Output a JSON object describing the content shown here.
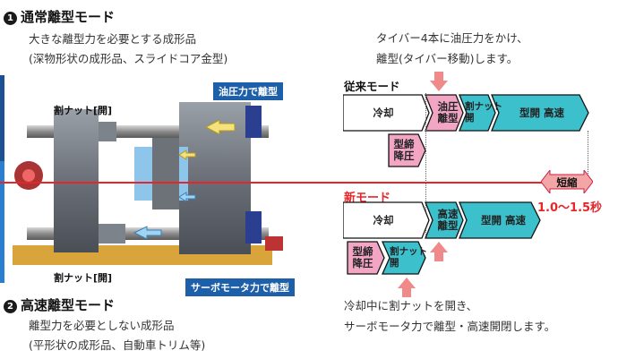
{
  "left": {
    "section1": {
      "badge": "1",
      "title": "通常離型モード",
      "desc1": "大きな離型力を必要とする成形品",
      "desc2": "(深物形状の成形品、スライドコア金型)"
    },
    "section2": {
      "badge": "2",
      "title": "高速離型モード",
      "desc1": "離型力を必要としない成形品",
      "desc2": "(平形状の成形品、自動車トリム等)"
    },
    "machine": {
      "label_top": "割ナット[開]",
      "label_bottom": "割ナット[開]",
      "tag_top": "油圧力で離型",
      "tag_bottom": "サーボモータ力で離型"
    }
  },
  "right": {
    "note_top1": "タイバー4本に油圧力をかけ、",
    "note_top2": "離型(タイバー移動)します。",
    "conventional_mode": "従来モード",
    "new_mode": "新モード",
    "shorten_label": "短縮",
    "shorten_value": "1.0〜1.5秒",
    "note_bottom1": "冷却中に割ナットを開き、",
    "note_bottom2": "サーボモータ力で離型・高速開閉します。",
    "flow_old": {
      "cooling": "冷却",
      "hyd1": "油圧",
      "hyd2": "離型",
      "nut1": "割ナット",
      "nut2": "開",
      "open": "型開 高速",
      "clamp1": "型締",
      "clamp2": "降圧"
    },
    "flow_new": {
      "cooling": "冷却",
      "fast1": "高速",
      "fast2": "離型",
      "open": "型開 高速",
      "clamp1": "型締",
      "clamp2": "降圧",
      "nut1": "割ナット",
      "nut2": "開"
    }
  },
  "colors": {
    "pink": "#f3a6c4",
    "cyan": "#3cc0cc",
    "red": "#e8262a",
    "navy": "#1d5fa8",
    "arrow_pink": "#f08a8a"
  }
}
